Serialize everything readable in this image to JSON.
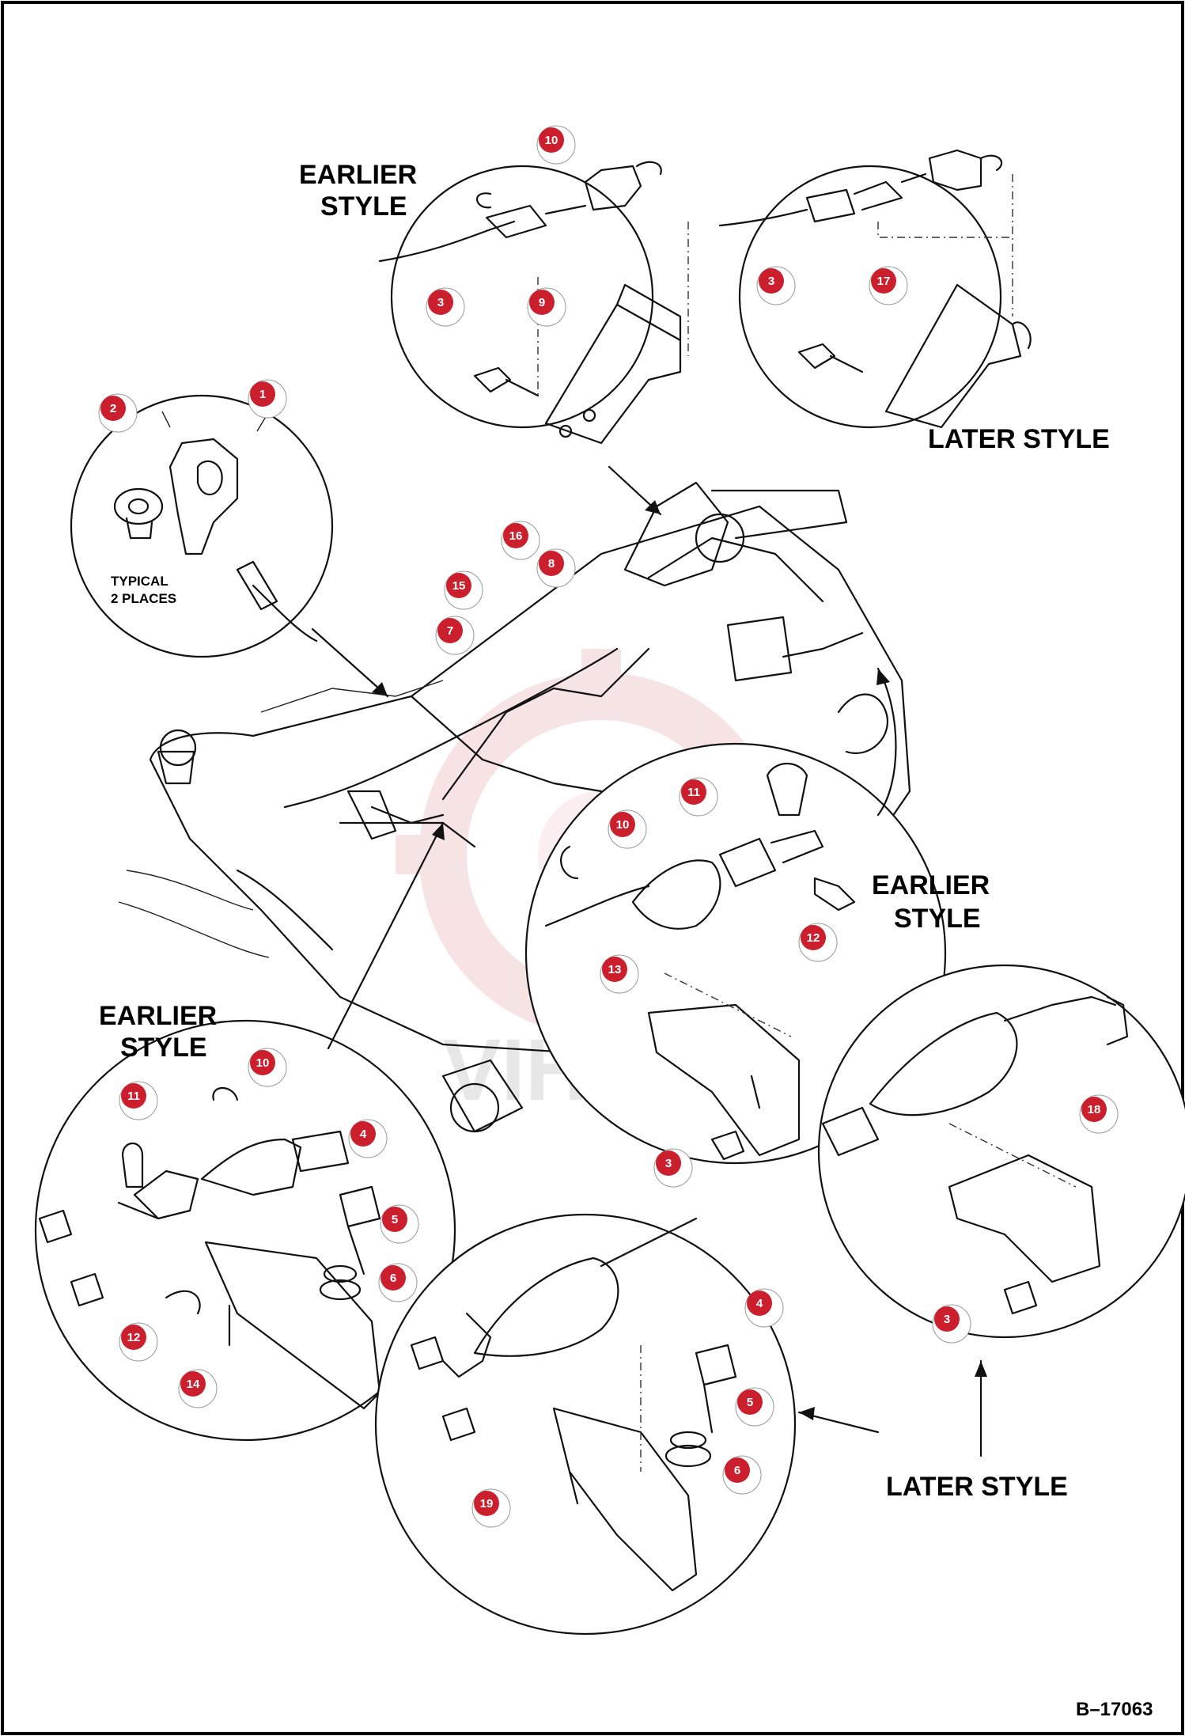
{
  "figure_id": "B–17063",
  "callouts": {
    "earlier_style_top": [
      "EARLIER",
      "STYLE"
    ],
    "later_style_top": "LATER STYLE",
    "typical_note": [
      "TYPICAL",
      "2 PLACES"
    ],
    "earlier_style_right": [
      "EARLIER",
      "STYLE"
    ],
    "earlier_style_left": [
      "EARLIER",
      "STYLE"
    ],
    "later_style_bottom": "LATER STYLE"
  },
  "watermark": "VIHTEK",
  "colors": {
    "badge": "#cc1f2d",
    "line": "#111111",
    "watermark": "#e8b0b0"
  },
  "parts": [
    {
      "id": "p1",
      "label": "1"
    },
    {
      "id": "p2",
      "label": "2"
    },
    {
      "id": "p3a",
      "label": "3"
    },
    {
      "id": "p3b",
      "label": "3"
    },
    {
      "id": "p3c",
      "label": "3"
    },
    {
      "id": "p3d",
      "label": "3"
    },
    {
      "id": "p4a",
      "label": "4"
    },
    {
      "id": "p4b",
      "label": "4"
    },
    {
      "id": "p5a",
      "label": "5"
    },
    {
      "id": "p5b",
      "label": "5"
    },
    {
      "id": "p6a",
      "label": "6"
    },
    {
      "id": "p6b",
      "label": "6"
    },
    {
      "id": "p7",
      "label": "7"
    },
    {
      "id": "p8",
      "label": "8"
    },
    {
      "id": "p9",
      "label": "9"
    },
    {
      "id": "p10a",
      "label": "10"
    },
    {
      "id": "p10b",
      "label": "10"
    },
    {
      "id": "p10c",
      "label": "10"
    },
    {
      "id": "p11a",
      "label": "11"
    },
    {
      "id": "p11b",
      "label": "11"
    },
    {
      "id": "p12a",
      "label": "12"
    },
    {
      "id": "p12b",
      "label": "12"
    },
    {
      "id": "p13",
      "label": "13"
    },
    {
      "id": "p14",
      "label": "14"
    },
    {
      "id": "p15",
      "label": "15"
    },
    {
      "id": "p16",
      "label": "16"
    },
    {
      "id": "p17",
      "label": "17"
    },
    {
      "id": "p18",
      "label": "18"
    },
    {
      "id": "p19",
      "label": "19"
    }
  ]
}
